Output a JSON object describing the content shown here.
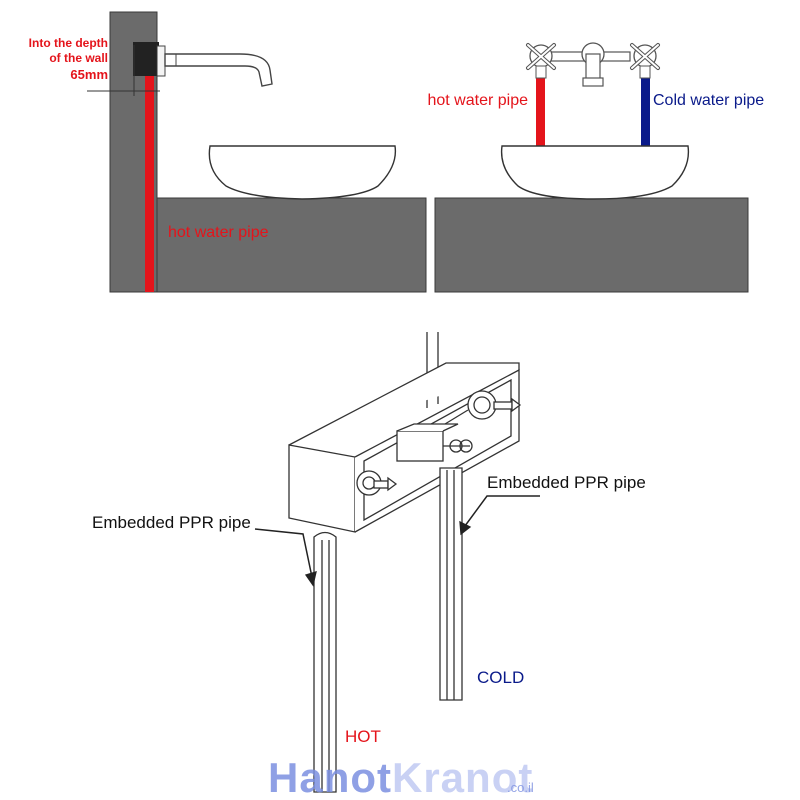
{
  "left_panel": {
    "depth_line1": "Into the depth",
    "depth_line2": "of the wall",
    "depth_value": "65mm",
    "pipe_label": "hot water pipe"
  },
  "right_panel": {
    "hot_label": "hot water pipe",
    "cold_label": "Cold water pipe"
  },
  "bottom_diagram": {
    "left_callout": "Embedded PPR pipe",
    "right_callout": "Embedded PPR pipe",
    "hot_label": "HOT",
    "cold_label": "COLD"
  },
  "watermark": {
    "part1": "Hanot",
    "part2": "Kranot",
    "suffix": ".co.il"
  },
  "colors": {
    "hot": "#e4141b",
    "cold": "#0a1a8a",
    "wall": "#6b6b6b",
    "outline": "#333333",
    "watermark_blue": "#7b8fe0",
    "watermark_light": "#c3ccf3"
  }
}
